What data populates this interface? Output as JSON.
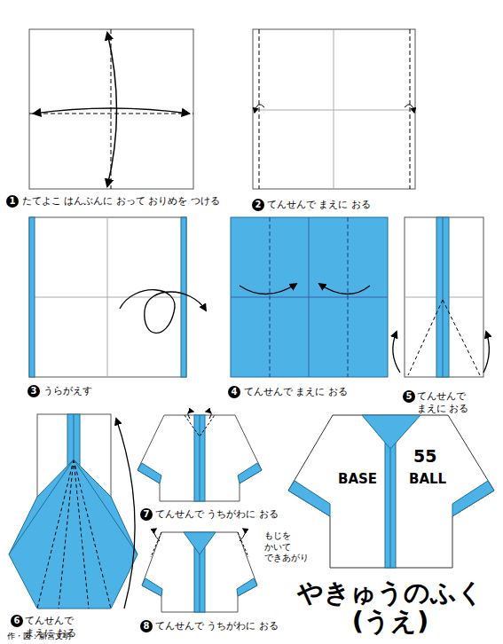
{
  "diagram": {
    "title": "やきゅうのふく (うえ)",
    "labels": [
      "1",
      "たてよこ はんぶんに おって おりめを つける",
      "2",
      "てんせんで まえに おる",
      "3",
      "うらがえす",
      "4",
      "てんせんで まえに おる",
      "5",
      "てんせんで まえに おる",
      "6",
      "てんせんで まえに おる",
      "7",
      "てんせんで うちがわに おる",
      "8",
      "てんせんで うちがわに おる",
      "もじを かいて できあがり",
      "BASE",
      "55",
      "BALL",
      "作・図：新宮文明"
    ]
  }
}
